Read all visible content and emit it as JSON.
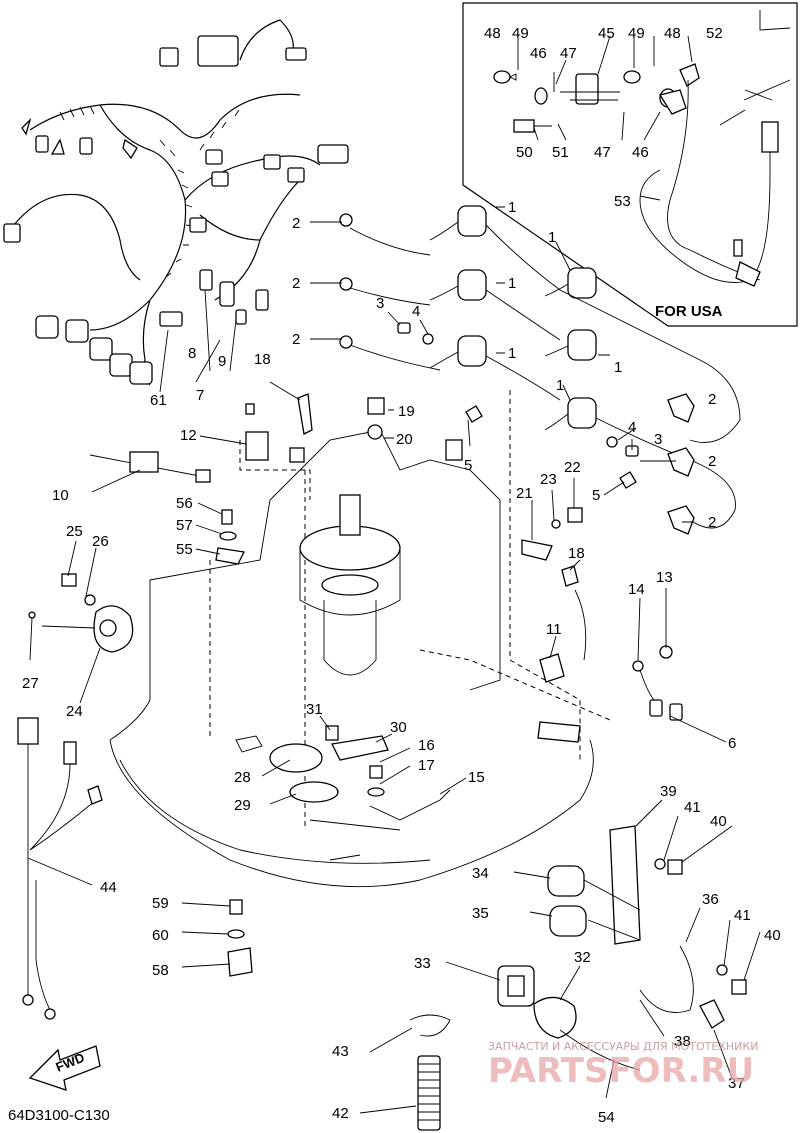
{
  "diagram": {
    "code": "64D3100-C130",
    "inset_label": "FOR USA",
    "fwd_label": "FWD",
    "watermark_small": "ЗАПЧАСТИ И АКСЕССУАРЫ ДЛЯ МОТОТЕХНИКИ",
    "watermark_big": "PARTSFOR.RU",
    "callouts": [
      "48",
      "49",
      "46",
      "47",
      "45",
      "49",
      "48",
      "52",
      "50",
      "51",
      "47",
      "46",
      "53",
      "2",
      "1",
      "2",
      "1",
      "3",
      "4",
      "2",
      "1",
      "1",
      "1",
      "1",
      "8",
      "9",
      "7",
      "61",
      "18",
      "19",
      "20",
      "5",
      "12",
      "10",
      "56",
      "57",
      "55",
      "25",
      "26",
      "27",
      "24",
      "4",
      "3",
      "2",
      "2",
      "5",
      "23",
      "22",
      "21",
      "18",
      "2",
      "13",
      "14",
      "11",
      "6",
      "31",
      "30",
      "16",
      "17",
      "28",
      "29",
      "15",
      "44",
      "39",
      "41",
      "40",
      "34",
      "35",
      "36",
      "41",
      "40",
      "59",
      "60",
      "58",
      "33",
      "32",
      "38",
      "43",
      "42",
      "54",
      "37"
    ]
  }
}
